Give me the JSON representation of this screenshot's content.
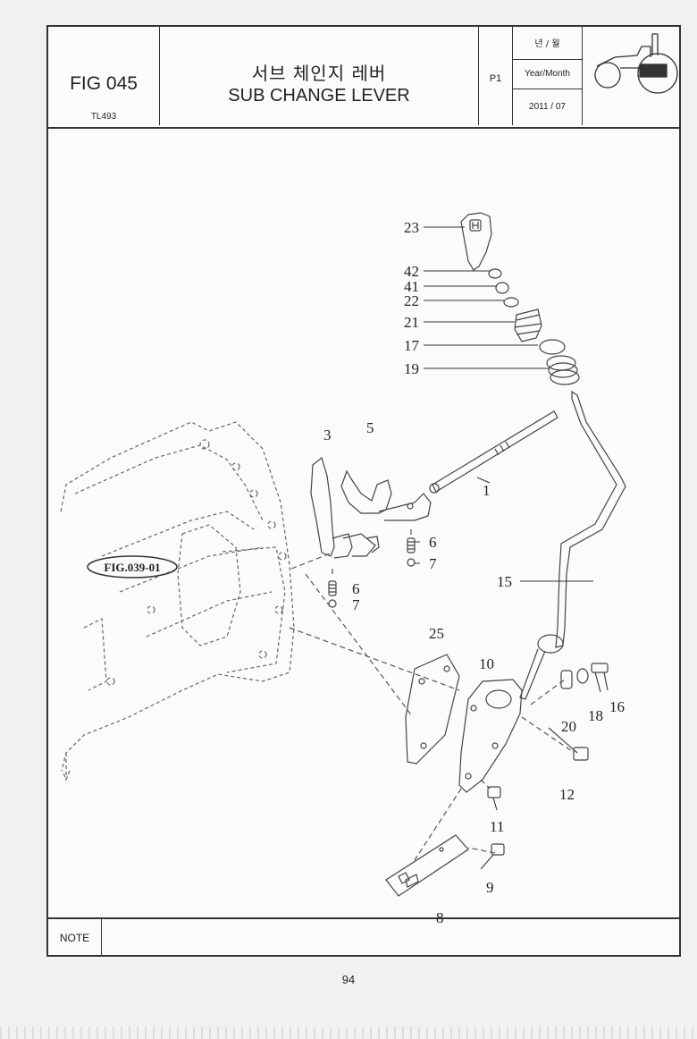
{
  "header": {
    "fig_number": "FIG 045",
    "model": "TL493",
    "title_ko": "서브 체인지 레버",
    "title_en": "SUB CHANGE LEVER",
    "page_code": "P1",
    "date_label_ko": "년 / 월",
    "date_label_en": "Year/Month",
    "date_value": "2011 / 07",
    "logo_icon": "tractor-icon"
  },
  "diagram": {
    "reference_label": "FIG.039-01",
    "callouts": [
      "23",
      "42",
      "41",
      "22",
      "21",
      "17",
      "19",
      "3",
      "5",
      "1",
      "6",
      "7",
      "6",
      "7",
      "15",
      "25",
      "10",
      "20",
      "18",
      "16",
      "12",
      "11",
      "9",
      "8"
    ]
  },
  "note": {
    "label": "NOTE",
    "text": ""
  },
  "page_number": "94"
}
